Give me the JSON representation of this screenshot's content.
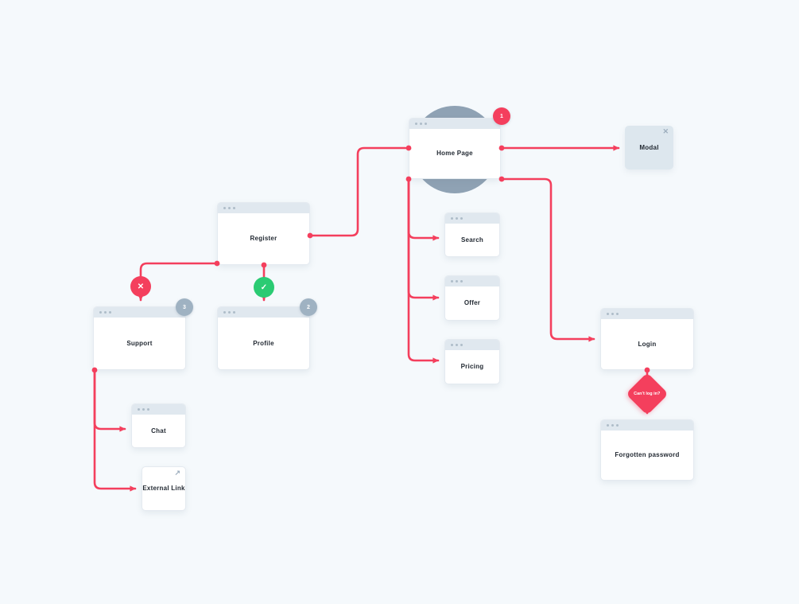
{
  "palette": {
    "background": "#f5f9fc",
    "window_body": "#ffffff",
    "window_header": "#e0e8ef",
    "header_dots": "#aebdc9",
    "connector_red": "#f43f5d",
    "success_green": "#2bcb73",
    "neutral_slate": "#8fa2b4",
    "badge_gray": "#9fb2c2",
    "label_text": "#232a33"
  },
  "nodes": {
    "home": {
      "label": "Home Page",
      "badge": "1",
      "type": "browser-window"
    },
    "modal": {
      "label": "Modal",
      "type": "modal-box",
      "close_icon": "x"
    },
    "register": {
      "label": "Register",
      "type": "browser-window"
    },
    "support": {
      "label": "Support",
      "badge": "3",
      "type": "browser-window"
    },
    "profile": {
      "label": "Profile",
      "badge": "2",
      "type": "browser-window"
    },
    "chat": {
      "label": "Chat",
      "type": "browser-window"
    },
    "external": {
      "label": "External Link",
      "type": "plain-box",
      "icon": "external-link-arrow"
    },
    "search": {
      "label": "Search",
      "type": "browser-window"
    },
    "offer": {
      "label": "Offer",
      "type": "browser-window"
    },
    "pricing": {
      "label": "Pricing",
      "type": "browser-window"
    },
    "login": {
      "label": "Login",
      "type": "browser-window"
    },
    "forgotten": {
      "label": "Forgotten password",
      "type": "browser-window"
    },
    "decision": {
      "label": "Can’t log in?",
      "type": "diamond"
    }
  },
  "markers": {
    "fail": "✕",
    "success": "✓",
    "external_arrow": "↗",
    "close": "✕"
  },
  "edges": [
    {
      "from": "register",
      "to": "home"
    },
    {
      "from": "home",
      "to": "modal"
    },
    {
      "from": "home",
      "to": "search"
    },
    {
      "from": "home",
      "to": "offer"
    },
    {
      "from": "home",
      "to": "pricing"
    },
    {
      "from": "home",
      "to": "login"
    },
    {
      "from": "register",
      "to": "support",
      "via": "fail-marker"
    },
    {
      "from": "register",
      "to": "profile",
      "via": "success-marker"
    },
    {
      "from": "support",
      "to": "chat"
    },
    {
      "from": "support",
      "to": "external"
    },
    {
      "from": "login",
      "to": "forgotten",
      "via": "decision"
    }
  ]
}
